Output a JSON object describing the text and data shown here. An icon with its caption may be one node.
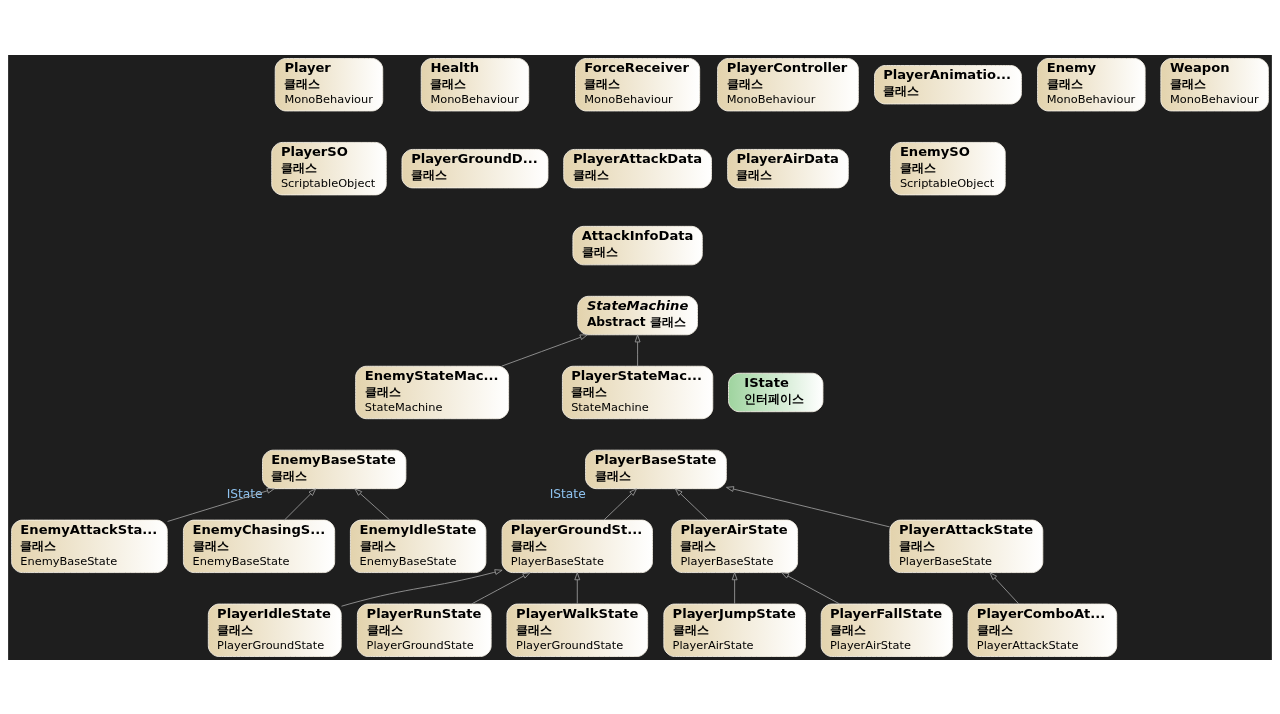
{
  "diagram": {
    "nodes": [
      {
        "text": [
          "Player",
          "클래스",
          "MonoBehaviour"
        ]
      },
      {
        "text": [
          "Health",
          "클래스",
          "MonoBehaviour"
        ]
      },
      {
        "text": [
          "ForceReceiver",
          "클래스",
          "MonoBehaviour"
        ]
      },
      {
        "text": [
          "PlayerController",
          "클래스",
          "MonoBehaviour"
        ]
      },
      {
        "text": [
          "PlayerAnimatio...",
          "클래스"
        ]
      },
      {
        "text": [
          "Enemy",
          "클래스",
          "MonoBehaviour"
        ]
      },
      {
        "text": [
          "Weapon",
          "클래스",
          "MonoBehaviour"
        ]
      },
      {
        "text": [
          "PlayerSO",
          "클래스",
          "ScriptableObject"
        ]
      },
      {
        "text": [
          "PlayerGroundD...",
          "클래스"
        ]
      },
      {
        "text": [
          "PlayerAttackData",
          "클래스"
        ]
      },
      {
        "text": [
          "PlayerAirData",
          "클래스"
        ]
      },
      {
        "text": [
          "EnemySO",
          "클래스",
          "ScriptableObject"
        ]
      },
      {
        "text": [
          "AttackInfoData",
          "클래스"
        ]
      },
      {
        "text": [
          "StateMachine",
          "Abstract 클래스"
        ]
      },
      {
        "text": [
          "EnemyStateMac...",
          "클래스",
          "StateMachine"
        ]
      },
      {
        "text": [
          "PlayerStateMac...",
          "클래스",
          "StateMachine"
        ]
      },
      {
        "text": [
          "EnemyBaseState",
          "클래스"
        ],
        "beside": [
          "IState"
        ]
      },
      {
        "text": [
          "IState",
          "인터페이스"
        ]
      },
      {
        "text": [
          "PlayerBaseState",
          "클래스"
        ],
        "beside": [
          "IState"
        ]
      },
      {
        "text": [
          "EnemyAttackSta...",
          "클래스",
          "EnemyBaseState"
        ]
      },
      {
        "text": [
          "EnemyChasingS...",
          "클래스",
          "EnemyBaseState"
        ]
      },
      {
        "text": [
          "EnemyIdleState",
          "클래스",
          "EnemyBaseState"
        ]
      },
      {
        "text": [
          "PlayerGroundSt...",
          "클래스",
          "PlayerBaseState"
        ]
      },
      {
        "text": [
          "PlayerAirState",
          "클래스",
          "PlayerBaseState"
        ]
      },
      {
        "text": [
          "PlayerAttackState",
          "클래스",
          "PlayerBaseState"
        ]
      },
      {
        "text": [
          "PlayerIdleState",
          "클래스",
          "PlayerGroundState"
        ]
      },
      {
        "text": [
          "PlayerRunState",
          "클래스",
          "PlayerGroundState"
        ]
      },
      {
        "text": [
          "PlayerWalkState",
          "클래스",
          "PlayerGroundState"
        ]
      },
      {
        "text": [
          "PlayerJumpState",
          "클래스",
          "PlayerAirState"
        ]
      },
      {
        "text": [
          "PlayerFallState",
          "클래스",
          "PlayerAirState"
        ]
      },
      {
        "text": [
          "PlayerComboAt...",
          "클래스",
          "PlayerAttackState"
        ]
      }
    ],
    "edges": [
      {
        "from": 14,
        "to": 13,
        "arrow": "to"
      },
      {
        "from": 15,
        "to": 13,
        "arrow": "to"
      },
      {
        "from": 19,
        "to": 16,
        "arrow": "to"
      },
      {
        "from": 20,
        "to": 16,
        "arrow": "to"
      },
      {
        "from": 21,
        "to": 16,
        "arrow": "to"
      },
      {
        "from": 22,
        "to": 18,
        "arrow": "to"
      },
      {
        "from": 23,
        "to": 18,
        "arrow": "to"
      },
      {
        "from": 24,
        "to": 18,
        "arrow": "to"
      },
      {
        "from": 25,
        "to": 22,
        "arrow": "to"
      },
      {
        "from": 26,
        "to": 22,
        "arrow": "to"
      },
      {
        "from": 27,
        "to": 22,
        "arrow": "to"
      },
      {
        "from": 28,
        "to": 23,
        "arrow": "to"
      },
      {
        "from": 29,
        "to": 23,
        "arrow": "to"
      },
      {
        "from": 30,
        "to": 24,
        "arrow": "to"
      }
    ]
  }
}
